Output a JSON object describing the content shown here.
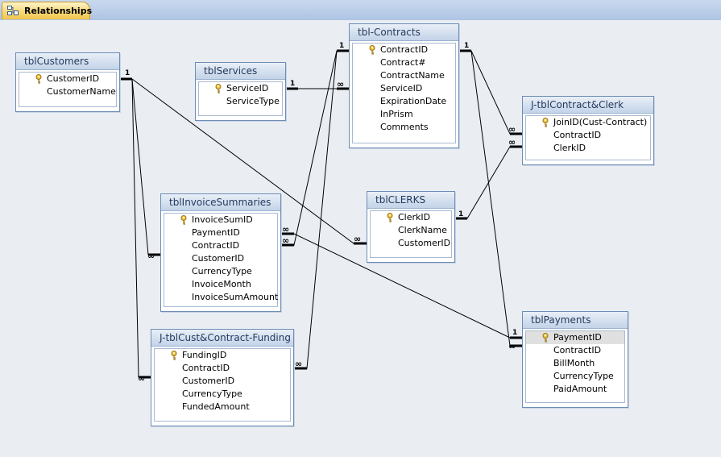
{
  "tab": {
    "label": "Relationships",
    "icon": "relationships-icon"
  },
  "tables": {
    "customers": {
      "title": "tblCustomers",
      "fields": [
        {
          "name": "CustomerID",
          "key": true
        },
        {
          "name": "CustomerName",
          "key": false
        }
      ]
    },
    "services": {
      "title": "tblServices",
      "fields": [
        {
          "name": "ServiceID",
          "key": true
        },
        {
          "name": "ServiceType",
          "key": false
        }
      ]
    },
    "contracts": {
      "title": "tbl-Contracts",
      "fields": [
        {
          "name": "ContractID",
          "key": true
        },
        {
          "name": "Contract#",
          "key": false
        },
        {
          "name": "ContractName",
          "key": false
        },
        {
          "name": "ServiceID",
          "key": false
        },
        {
          "name": "ExpirationDate",
          "key": false
        },
        {
          "name": "InPrism",
          "key": false
        },
        {
          "name": "Comments",
          "key": false
        }
      ]
    },
    "contract_clerk": {
      "title": "J-tblContract&Clerk",
      "fields": [
        {
          "name": "JoinID(Cust-Contract)",
          "key": true
        },
        {
          "name": "ContractID",
          "key": false
        },
        {
          "name": "ClerkID",
          "key": false
        }
      ]
    },
    "clerks": {
      "title": "tblCLERKS",
      "fields": [
        {
          "name": "ClerkID",
          "key": true
        },
        {
          "name": "ClerkName",
          "key": false
        },
        {
          "name": "CustomerID",
          "key": false
        }
      ]
    },
    "invoice": {
      "title": "tblInvoiceSummaries",
      "fields": [
        {
          "name": "InvoiceSumID",
          "key": true
        },
        {
          "name": "PaymentID",
          "key": false
        },
        {
          "name": "ContractID",
          "key": false
        },
        {
          "name": "CustomerID",
          "key": false
        },
        {
          "name": "CurrencyType",
          "key": false
        },
        {
          "name": "InvoiceMonth",
          "key": false
        },
        {
          "name": "InvoiceSumAmount",
          "key": false
        }
      ]
    },
    "funding": {
      "title": "J-tblCust&Contract-Funding",
      "fields": [
        {
          "name": "FundingID",
          "key": true
        },
        {
          "name": "ContractID",
          "key": false
        },
        {
          "name": "CustomerID",
          "key": false
        },
        {
          "name": "CurrencyType",
          "key": false
        },
        {
          "name": "FundedAmount",
          "key": false
        }
      ]
    },
    "payments": {
      "title": "tblPayments",
      "fields": [
        {
          "name": "PaymentID",
          "key": true,
          "selected": true
        },
        {
          "name": "ContractID",
          "key": false
        },
        {
          "name": "BillMonth",
          "key": false
        },
        {
          "name": "CurrencyType",
          "key": false
        },
        {
          "name": "PaidAmount",
          "key": false
        }
      ]
    }
  },
  "relationships": [
    {
      "from": "tblCustomers.CustomerID",
      "to": "tblInvoiceSummaries.CustomerID",
      "one": "1",
      "many": "∞"
    },
    {
      "from": "tblCustomers.CustomerID",
      "to": "J-tblCust&Contract-Funding.CustomerID",
      "one": "1",
      "many": "∞"
    },
    {
      "from": "tblCustomers.CustomerID",
      "to": "tblCLERKS.CustomerID",
      "one": "1",
      "many": "∞"
    },
    {
      "from": "tblServices.ServiceID",
      "to": "tbl-Contracts.ServiceID",
      "one": "1",
      "many": "∞"
    },
    {
      "from": "tbl-Contracts.ContractID",
      "to": "tblInvoiceSummaries.ContractID",
      "one": "1",
      "many": "∞"
    },
    {
      "from": "tbl-Contracts.ContractID",
      "to": "J-tblCust&Contract-Funding.ContractID",
      "one": "1",
      "many": "∞"
    },
    {
      "from": "tbl-Contracts.ContractID",
      "to": "J-tblContract&Clerk.ContractID",
      "one": "1",
      "many": "∞"
    },
    {
      "from": "tbl-Contracts.ContractID",
      "to": "tblPayments.ContractID",
      "one": "1",
      "many": "∞"
    },
    {
      "from": "tblCLERKS.ClerkID",
      "to": "J-tblContract&Clerk.ClerkID",
      "one": "1",
      "many": "∞"
    },
    {
      "from": "tblPayments.PaymentID",
      "to": "tblInvoiceSummaries.PaymentID",
      "one": "1",
      "many": "∞"
    }
  ],
  "colors": {
    "canvas": "#eaeef3",
    "tab": "#f7d97a",
    "table_border": "#6d8db5",
    "header": "#c3d3e8"
  }
}
